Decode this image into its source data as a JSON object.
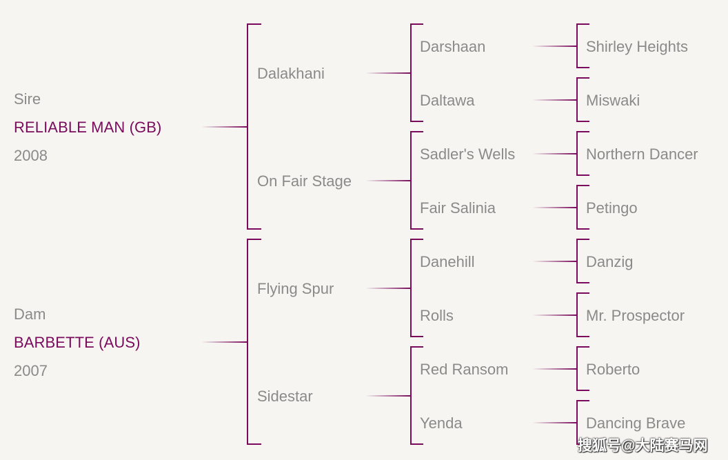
{
  "colors": {
    "accent": "#7a0b5c",
    "text": "#8a8a8a",
    "background": "#f7f5f2"
  },
  "sire": {
    "label": "Sire",
    "name": "RELIABLE MAN (GB)",
    "year": "2008"
  },
  "dam": {
    "label": "Dam",
    "name": "BARBETTE (AUS)",
    "year": "2007"
  },
  "gen2": [
    "Dalakhani",
    "On Fair Stage",
    "Flying Spur",
    "Sidestar"
  ],
  "gen3": [
    "Darshaan",
    "Daltawa",
    "Sadler's Wells",
    "Fair Salinia",
    "Danehill",
    "Rolls",
    "Red Ransom",
    "Yenda"
  ],
  "gen4": [
    "Shirley Heights",
    "Miswaki",
    "Northern Dancer",
    "Petingo",
    "Danzig",
    "Mr. Prospector",
    "Roberto",
    "Dancing Brave"
  ],
  "watermark": "搜狐号@大陆赛马网"
}
